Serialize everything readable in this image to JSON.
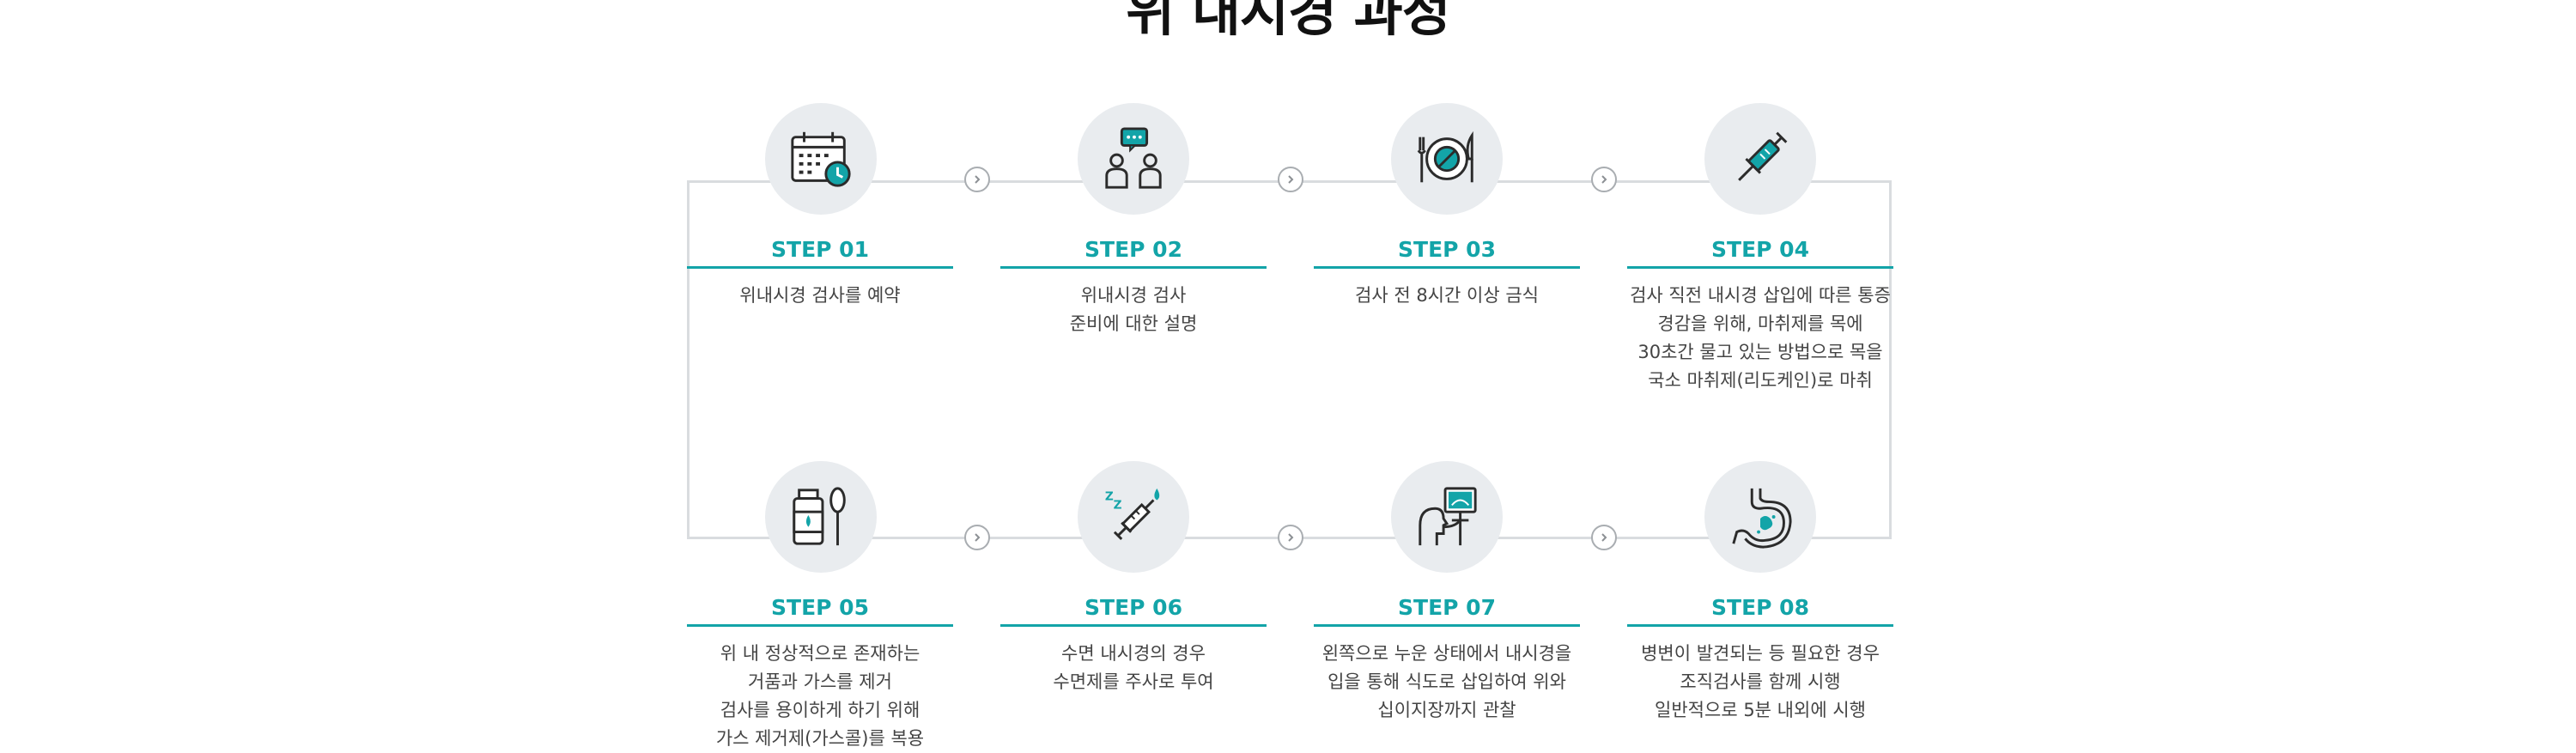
{
  "title": "위 내시경 과정",
  "colors": {
    "accent": "#13a4a8",
    "line": "#d9dcdf",
    "circle": "#e9ecef",
    "icon": "#2b2b2b"
  },
  "steps": [
    {
      "label": "STEP 01",
      "icon": "calendar-clock-icon",
      "desc": [
        "위내시경 검사를 예약"
      ]
    },
    {
      "label": "STEP 02",
      "icon": "consultation-icon",
      "desc": [
        "위내시경 검사",
        "준비에 대한 설명"
      ]
    },
    {
      "label": "STEP 03",
      "icon": "no-food-plate-icon",
      "desc": [
        "검사 전 8시간 이상 금식"
      ]
    },
    {
      "label": "STEP 04",
      "icon": "syringe-icon",
      "desc": [
        "검사 직전 내시경 삽입에 따른 통증",
        "경감을 위해, 마취제를 목에",
        "30초간 물고 있는 방법으로 목을",
        "국소 마취제(리도케인)로 마취"
      ]
    },
    {
      "label": "STEP 05",
      "icon": "medicine-bottle-spoon-icon",
      "desc": [
        "위 내 정상적으로 존재하는",
        "거품과 가스를 제거",
        "검사를 용이하게 하기 위해",
        "가스 제거제(가스콜)를 복용"
      ]
    },
    {
      "label": "STEP 06",
      "icon": "sleep-injection-icon",
      "desc": [
        "수면 내시경의 경우",
        "수면제를 주사로 투여"
      ]
    },
    {
      "label": "STEP 07",
      "icon": "endoscopy-monitor-icon",
      "desc": [
        "왼쪽으로 누운 상태에서 내시경을",
        "입을 통해 식도로 삽입하여 위와",
        "십이지장까지 관찰"
      ]
    },
    {
      "label": "STEP 08",
      "icon": "stomach-icon",
      "desc": [
        "병변이 발견되는 등 필요한 경우",
        "조직검사를 함께 시행",
        "일반적으로 5분 내외에 시행"
      ]
    }
  ]
}
